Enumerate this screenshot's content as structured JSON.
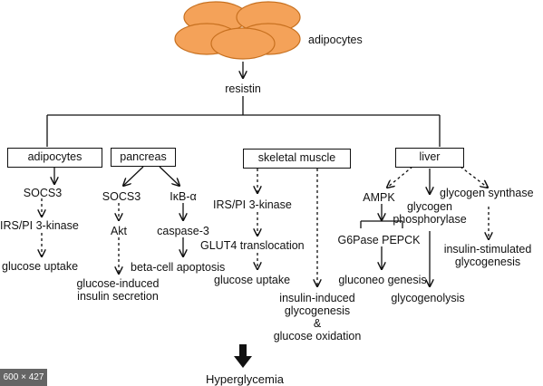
{
  "top": {
    "cells_label": "adipocytes",
    "hormone": "resistin"
  },
  "branches": {
    "adipocytes": {
      "title": "adipocytes",
      "socs3": "SOCS3",
      "irs": "IRS/PI 3-kinase",
      "glucose_uptake": "glucose uptake"
    },
    "pancreas": {
      "title": "pancreas",
      "socs3": "SOCS3",
      "ikb": "IκB-α",
      "akt": "Akt",
      "caspase": "caspase-3",
      "apoptosis": "beta-cell apoptosis",
      "insulin_secretion_line1": "glucose-induced",
      "insulin_secretion_line2": "insulin secretion"
    },
    "skeletal_muscle": {
      "title": "skeletal muscle",
      "irs": "IRS/PI 3-kinase",
      "glut4": "GLUT4 translocation",
      "glucose_uptake": "glucose uptake",
      "glycogenesis_line1": "insulin-induced",
      "glycogenesis_line2": "glycogenesis",
      "ampersand": "&",
      "glycogenesis_line3": "glucose oxidation"
    },
    "liver": {
      "title": "liver",
      "ampk": "AMPK",
      "phosphorylase_line1": "glycogen",
      "phosphorylase_line2": "phosphorylase",
      "synthase": "glycogen synthase",
      "enzymes": "G6Pase PEPCK",
      "gluconeogenesis": "gluconeo genesis",
      "glycogenolysis": "glycogenolysis",
      "stimulated_line1": "insulin-stimulated",
      "stimulated_line2": "glycogenesis"
    }
  },
  "outcome": "Hyperglycemia",
  "badge": "600 × 427",
  "colors": {
    "cell_fill": "#f4a259",
    "cell_stroke": "#c7701f",
    "line": "#111111"
  }
}
